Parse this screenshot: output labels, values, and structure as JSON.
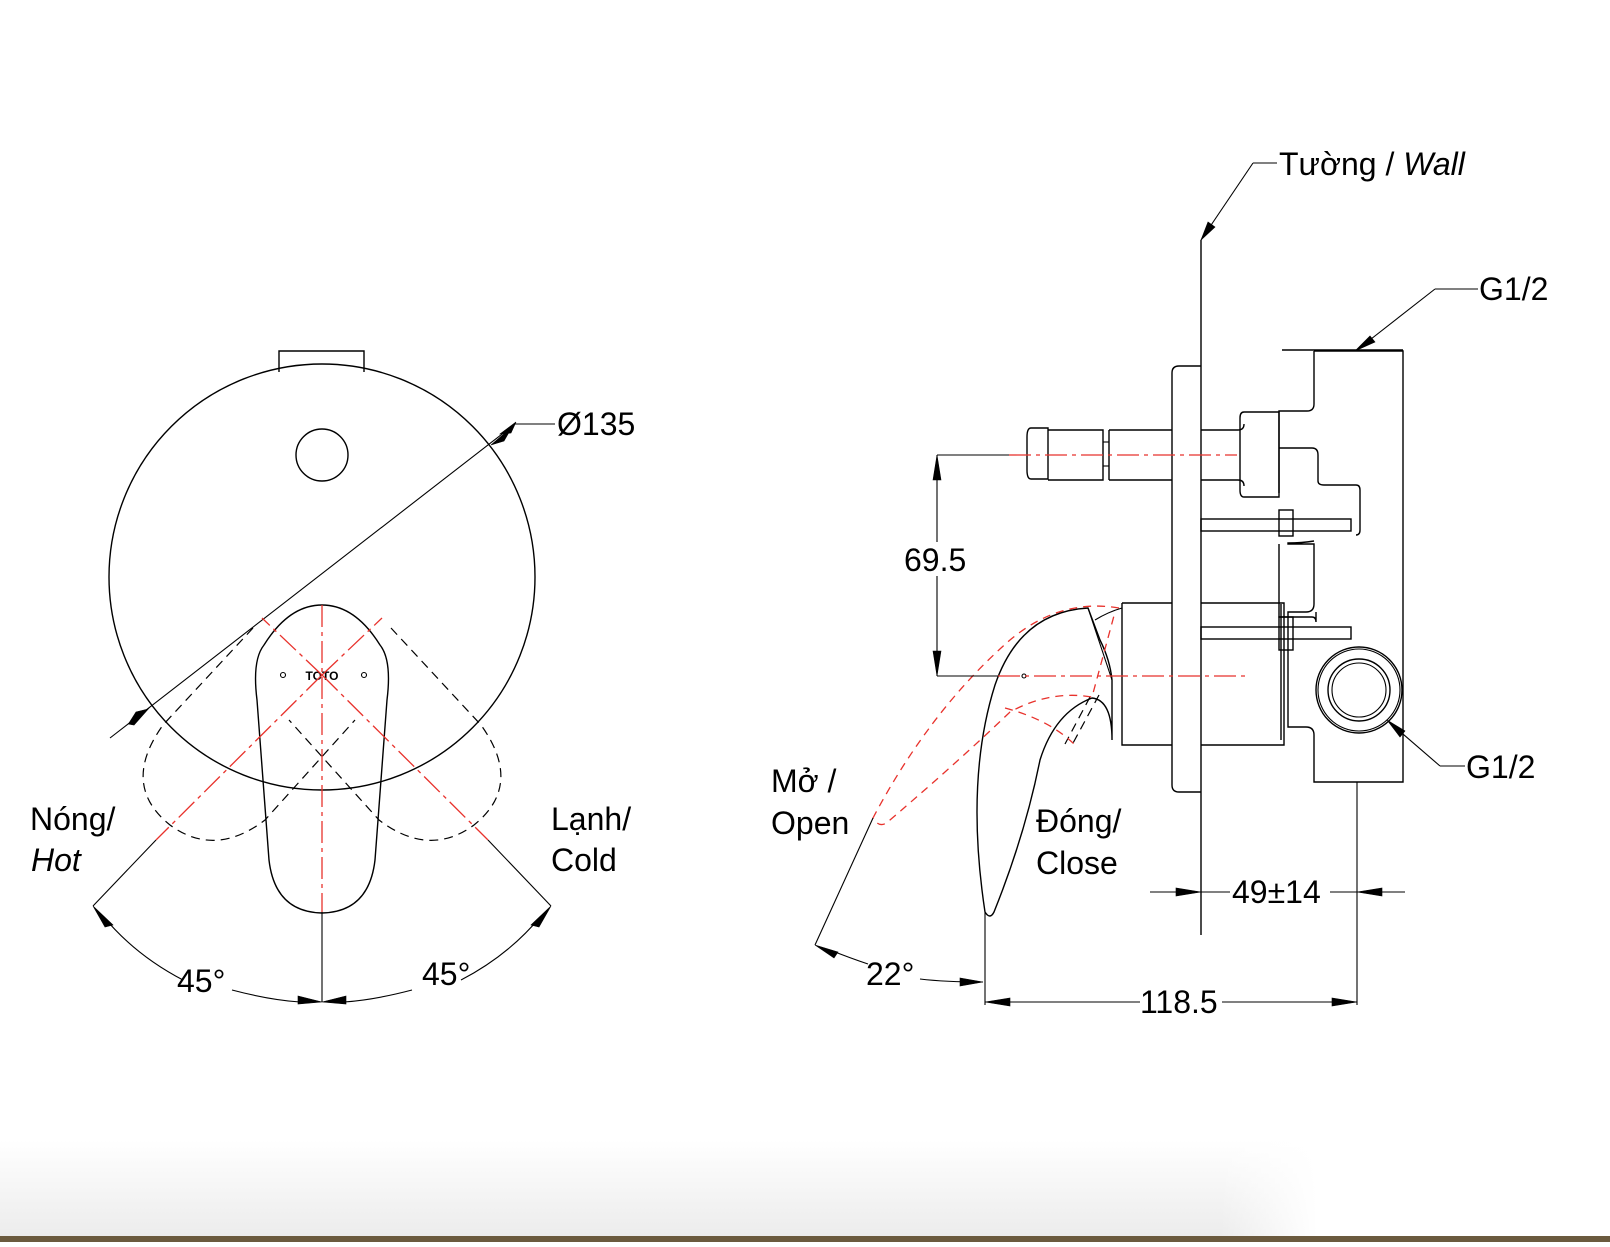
{
  "front_view": {
    "diameter_label": "Ø135",
    "brand_mark": "TOTO",
    "hot_label_line1": "Nóng/",
    "hot_label_line2": "Hot",
    "cold_label_line1": "Lạnh/",
    "cold_label_line2": "Cold",
    "left_angle": "45°",
    "right_angle": "45°"
  },
  "side_view": {
    "wall_label_prefix": "Tường / ",
    "wall_label_en": "Wall",
    "top_connection": "G1/2",
    "side_connection": "G1/2",
    "vertical_dim": "69.5",
    "open_label_line1": "Mở /",
    "open_label_line2": "Open",
    "close_label_line1": "Đóng/",
    "close_label_line2": "Close",
    "lever_angle": "22°",
    "wall_offset_dim": "49±14",
    "depth_dim": "118.5"
  },
  "colors": {
    "line": "#000000",
    "centerline": "#e8322c",
    "bottom_bar": "#6b5a3e"
  }
}
